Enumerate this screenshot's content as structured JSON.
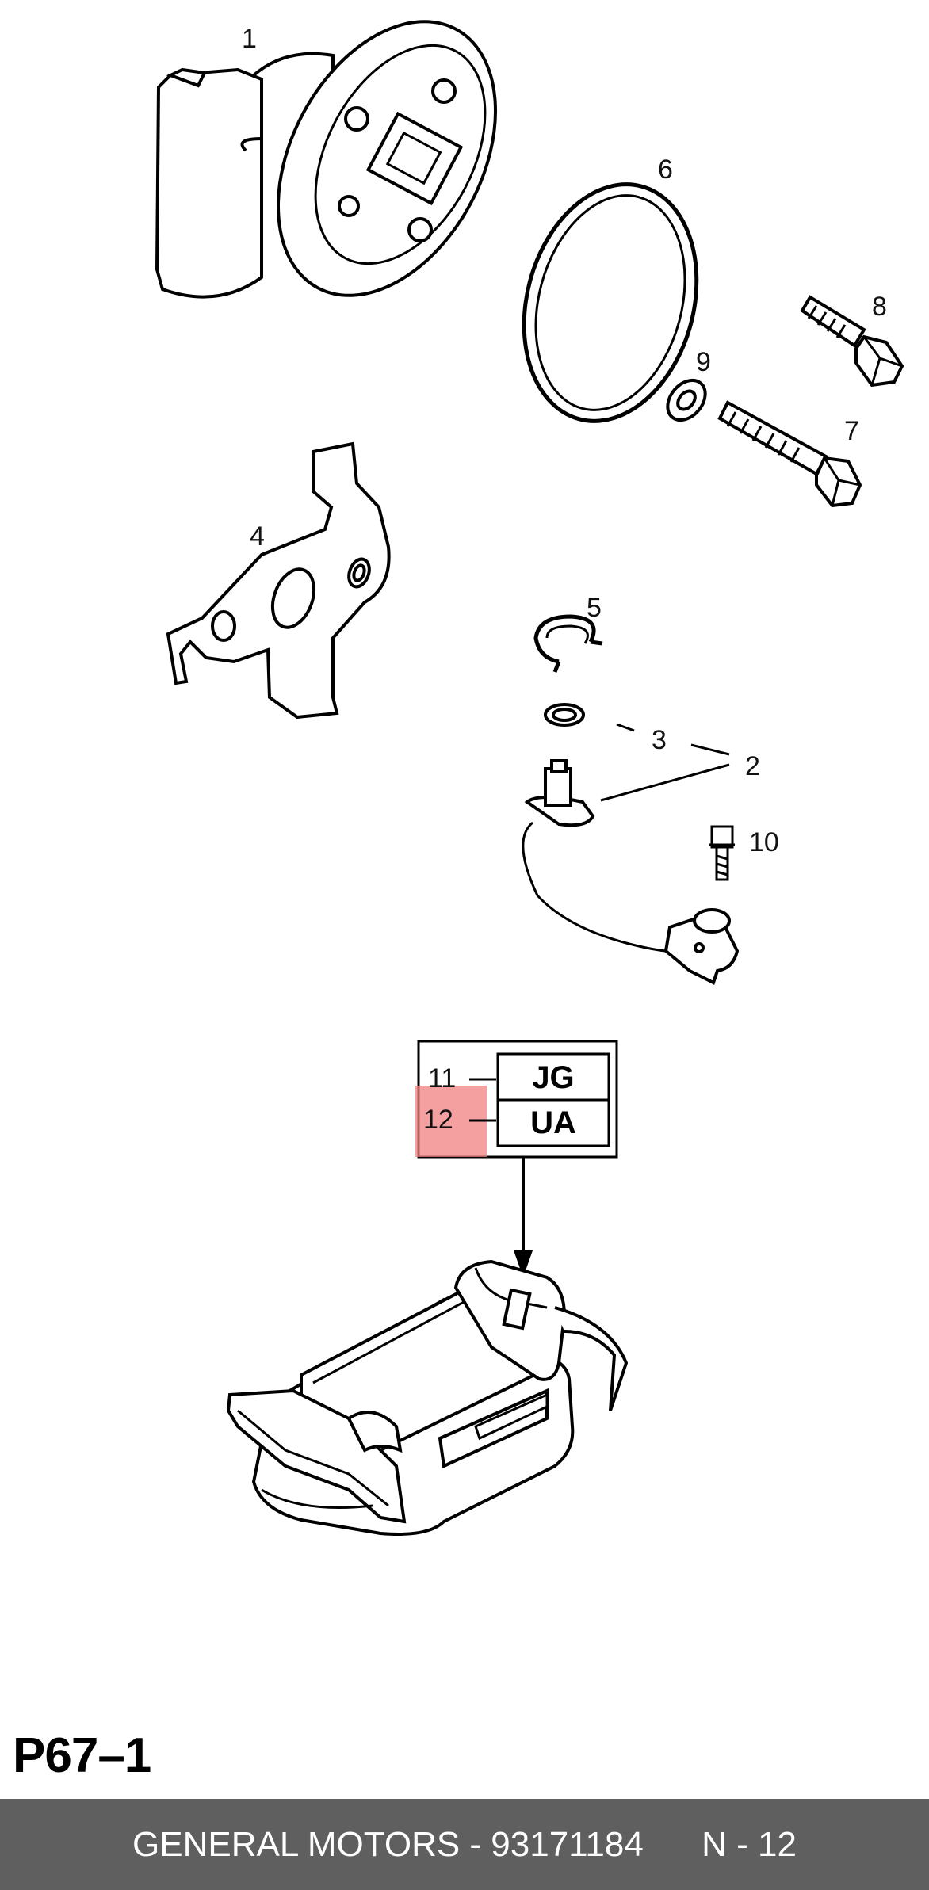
{
  "callouts": {
    "p1": "1",
    "p2": "2",
    "p3": "3",
    "p4": "4",
    "p5": "5",
    "p6": "6",
    "p7": "7",
    "p8": "8",
    "p9": "9",
    "p10": "10",
    "p11": "11",
    "p12": "12"
  },
  "variant_box": {
    "row1_label": "JG",
    "row2_label": "UA",
    "highlight_color": "#f08080"
  },
  "page_code": "P67–1",
  "footer": {
    "manufacturer_part": "GENERAL MOTORS - 93171184",
    "page_ref": "N - 12",
    "background": "#5f5f5f"
  }
}
